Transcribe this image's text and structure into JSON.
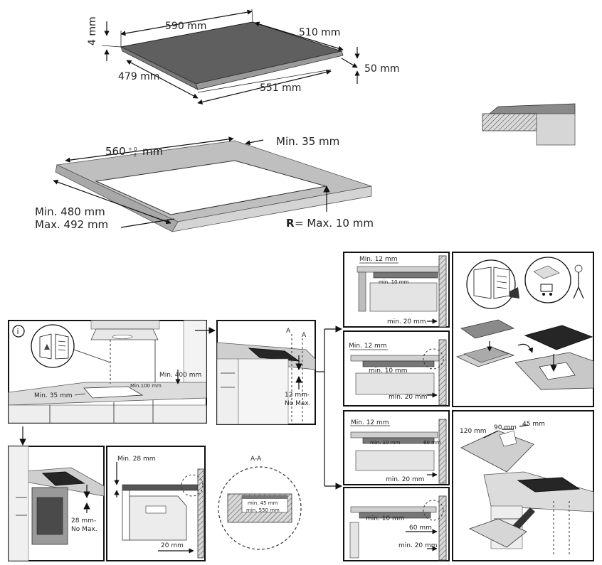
{
  "hob_dimensions": {
    "width_top": "590 mm",
    "depth_top": "510 mm",
    "thickness": "4 mm",
    "depth_bottom": "479 mm",
    "width_bottom": "551 mm",
    "height": "50 mm"
  },
  "cutout_dimensions": {
    "width": "560",
    "tolerance_plus": "+ 0",
    "tolerance_minus": "- 2",
    "width_unit": "mm",
    "edge_distance": "Min. 35 mm",
    "depth_min": "Min. 480 mm",
    "depth_max": "Max. 492 mm",
    "radius_label": "R",
    "radius_value": "= Max. 10 mm"
  },
  "kitchen_panel": {
    "info_symbol": "i",
    "min_400": "Min. 400 mm",
    "min_100": "Min.100 mm",
    "min_35": "Min. 35 mm"
  },
  "section_panel": {
    "label_a1": "A",
    "label_a2": "A",
    "gap_top": "12 mm-",
    "gap_bottom": "No Max."
  },
  "oven_panel": {
    "gap_top": "28 mm-",
    "gap_bottom": "No Max."
  },
  "oven_detail": {
    "min_28": "Min. 28 mm",
    "dim_20": "20 mm"
  },
  "aa_section": {
    "title": "A-A",
    "min_45": "min. 45 mm",
    "min_550": "min. 550 mm"
  },
  "detail_1": {
    "min_12": "Min. 12 mm",
    "min_10": "min. 10 mm",
    "min_20": "min. 20 mm"
  },
  "detail_2": {
    "min_12": "Min. 12 mm",
    "min_10": "min. 10 mm",
    "min_20": "min. 20 mm"
  },
  "detail_3": {
    "min_12": "Min. 12 mm",
    "min_10": "min. 10 mm",
    "dim_60": "60 mm",
    "min_20": "min. 20 mm"
  },
  "detail_4": {
    "min_10": "min. 10 mm",
    "dim_60": "60 mm",
    "min_20": "min. 20 mm"
  },
  "plinth_panel": {
    "dim_120": "120 mm",
    "dim_90": "90 mm",
    "dim_45": "45 mm"
  }
}
